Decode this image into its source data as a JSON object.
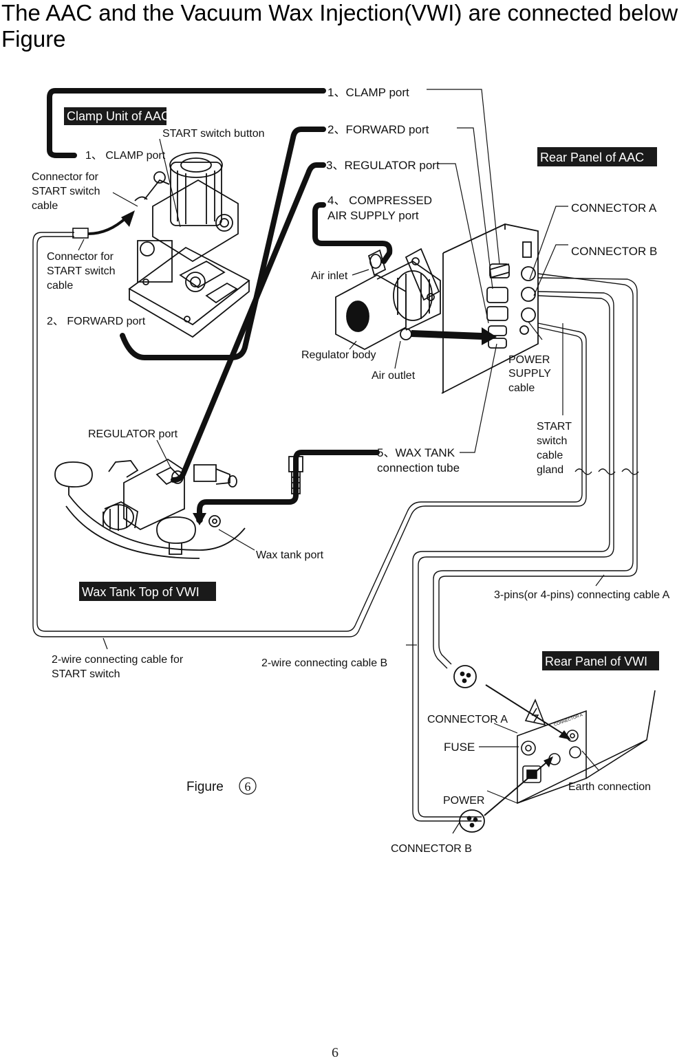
{
  "heading": "The AAC and the Vacuum Wax  Injection(VWI) are connected below Figure",
  "boxes": {
    "clamp_unit": "Clamp Unit of AAC",
    "rear_aac": "Rear Panel of AAC",
    "wax_tank_top": "Wax Tank Top of  VWI",
    "rear_vwi": "Rear Panel of VWI"
  },
  "ports": {
    "clamp_port_main": "1、CLAMP port",
    "forward_port_main": "2、FORWARD port",
    "regulator_port_main": "3、REGULATOR port",
    "compressed_air_line1": "4、 COMPRESSED",
    "compressed_air_line2": "AIR SUPPLY port",
    "wax_tank_line1": "5、WAX TANK",
    "wax_tank_line2": "connection  tube"
  },
  "clamp_unit_labels": {
    "start_switch_button": "START switch button",
    "clamp_port": "1、 CLAMP port",
    "connector_top": [
      "Connector  for",
      "START switch",
      "cable"
    ],
    "connector_bottom": [
      "Connector for",
      "START  switch",
      "cable"
    ],
    "forward_port": "2、 FORWARD port"
  },
  "regulator_labels": {
    "air_inlet": "Air inlet",
    "regulator_body": "Regulator body",
    "air_outlet": "Air outlet"
  },
  "rear_aac_labels": {
    "connector_a": "CONNECTOR  A",
    "connector_b": "CONNECTOR  B",
    "power_supply": [
      "POWER",
      "SUPPLY",
      "cable"
    ],
    "start_gland": [
      "START",
      "switch",
      "cable",
      "gland"
    ]
  },
  "wax_tank_labels": {
    "regulator_port": "REGULATOR port",
    "wax_tank_port": "Wax tank port"
  },
  "cables": {
    "three_pin": "3-pins(or 4-pins) connecting cable A",
    "two_wire_start": [
      "2-wire connecting cable for",
      "START switch"
    ],
    "two_wire_b": "2-wire connecting cable B"
  },
  "rear_vwi_labels": {
    "connector_a": "CONNECTOR  A",
    "fuse": "FUSE",
    "power": "POWER",
    "earth": "Earth connection",
    "connector_b": "CONNECTOR  B",
    "panel_mark": "CONNECTOR A"
  },
  "figure": {
    "label": "Figure",
    "number": "6"
  },
  "page_number": "6",
  "colors": {
    "ink": "#111111",
    "box_bg": "#1a1a1a",
    "box_text": "#ffffff",
    "paper": "#ffffff"
  }
}
